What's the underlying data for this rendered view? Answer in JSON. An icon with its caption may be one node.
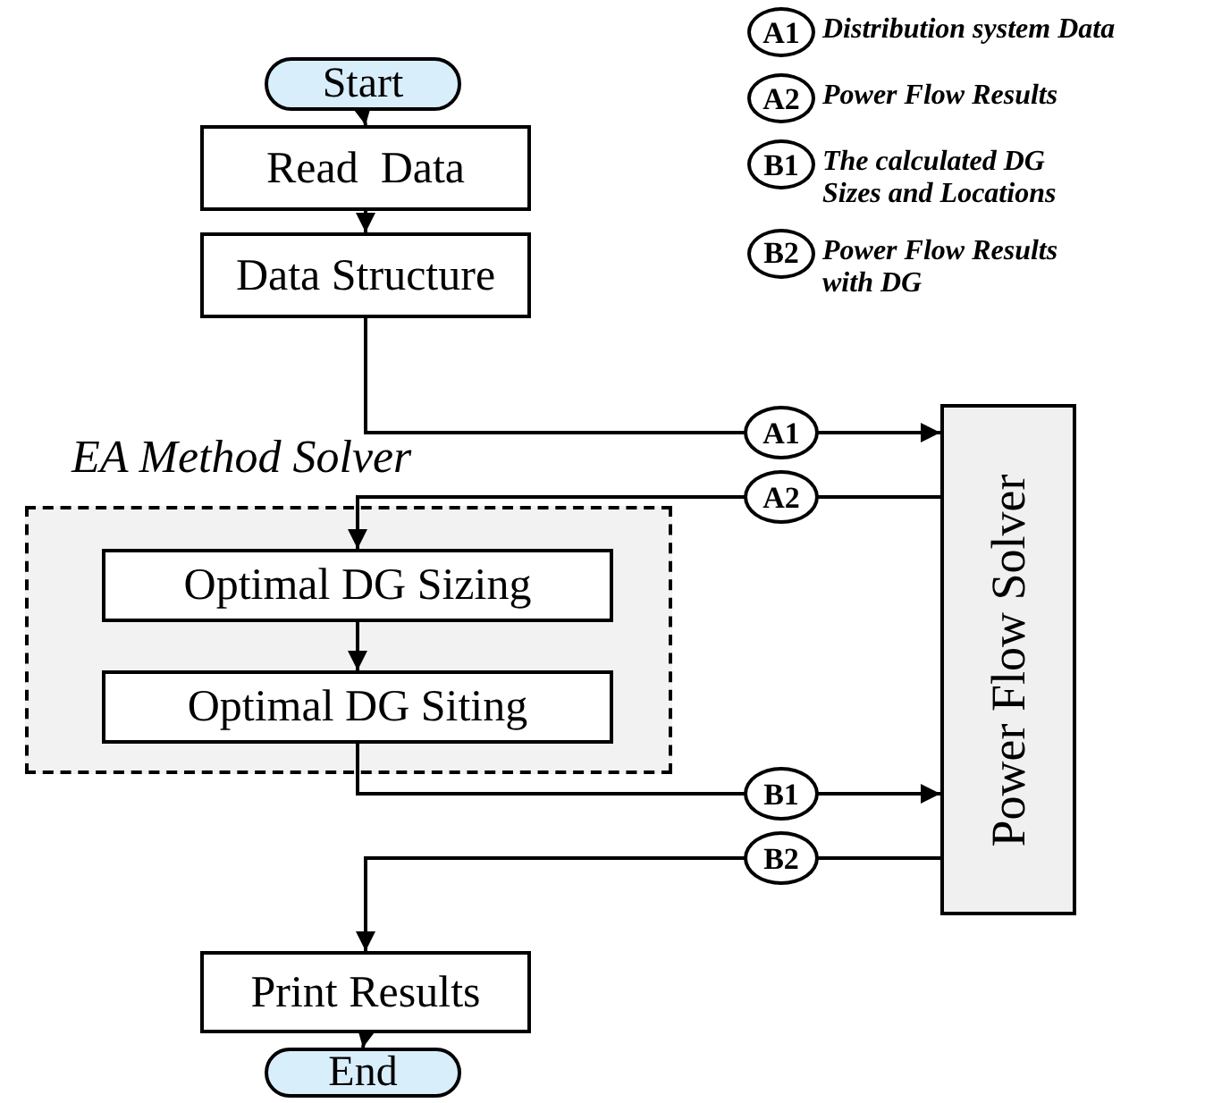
{
  "diagram": {
    "nodes": [
      {
        "text": [
          "Start"
        ]
      },
      {
        "text": [
          "Read  Data"
        ]
      },
      {
        "text": [
          "Data Structure"
        ]
      },
      {
        "text": [
          "EA Method Solver"
        ]
      },
      {
        "text": [
          "Optimal DG Sizing"
        ],
        "in": 3
      },
      {
        "text": [
          "Optimal DG Siting"
        ],
        "in": 3
      },
      {
        "text": [
          "Power Flow Solver"
        ]
      },
      {
        "text": [
          "Print Results"
        ]
      },
      {
        "text": [
          "End"
        ]
      }
    ],
    "edges": [
      {
        "from": 0,
        "to": 1,
        "arrow": "to"
      },
      {
        "from": 1,
        "to": 2,
        "arrow": "to"
      },
      {
        "from": 2,
        "to": 6,
        "arrow": "to",
        "label": "A1"
      },
      {
        "from": 6,
        "to": 4,
        "arrow": "to",
        "label": "A2"
      },
      {
        "from": 4,
        "to": 5,
        "arrow": "to"
      },
      {
        "from": 5,
        "to": 6,
        "arrow": "to",
        "label": "B1"
      },
      {
        "from": 6,
        "to": 7,
        "arrow": "to",
        "label": "B2"
      },
      {
        "from": 7,
        "to": 8,
        "arrow": "to"
      }
    ],
    "labels": [
      "A1",
      "A2",
      "B1",
      "B2"
    ],
    "legend": [
      {
        "text": "Distribution system Data"
      },
      {
        "text": "Power Flow Results"
      },
      {
        "text": "The calculated DG Sizes and Locations"
      },
      {
        "text": "Power Flow Results with DG"
      }
    ]
  }
}
